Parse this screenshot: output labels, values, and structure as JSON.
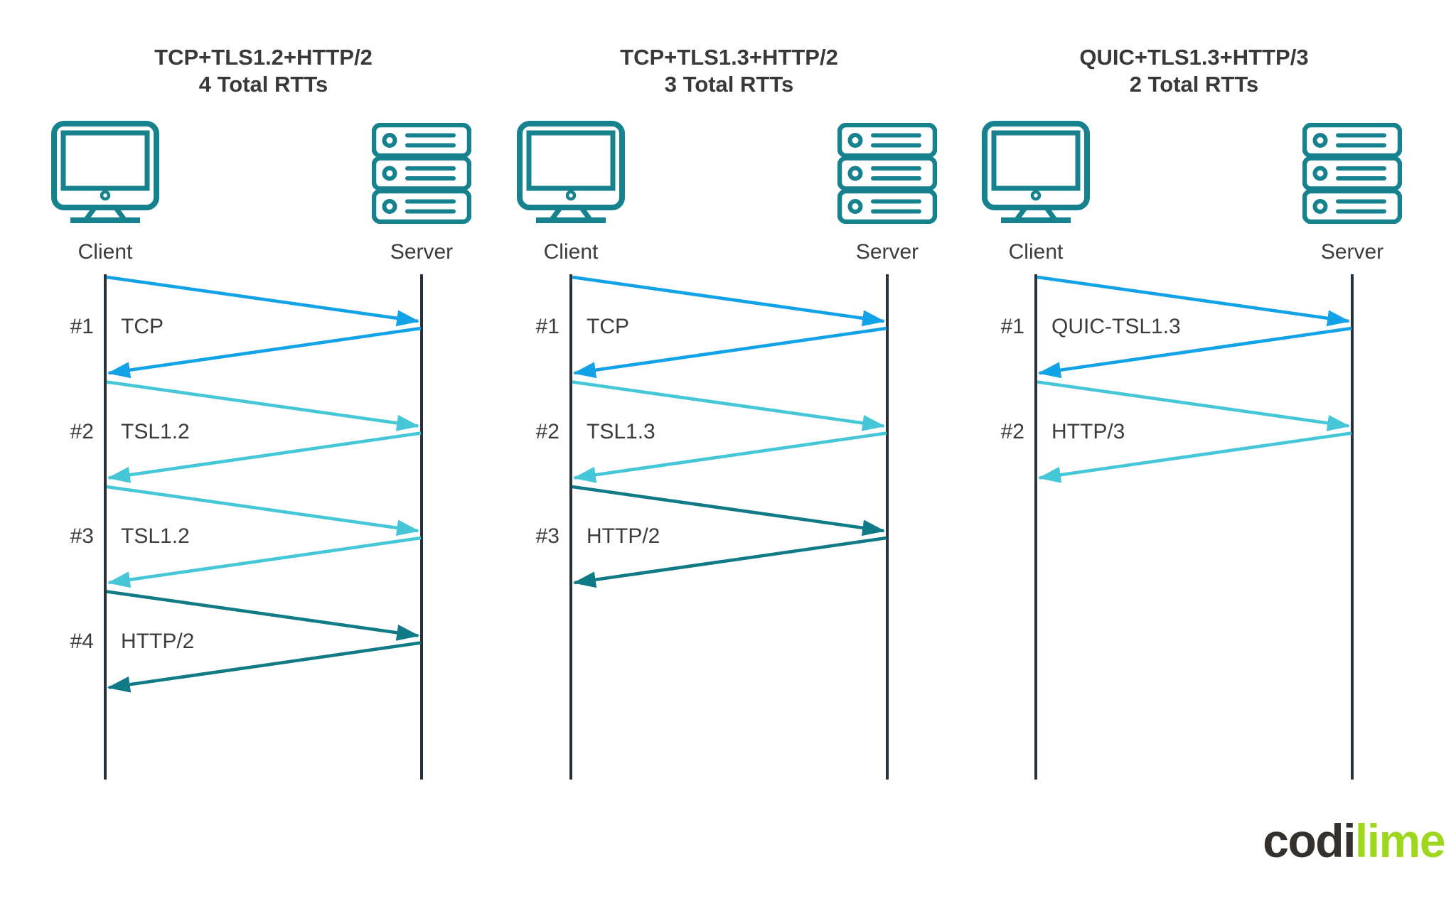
{
  "colors": {
    "blue": "#12A2E8",
    "cyan": "#45C7D8",
    "teal": "#107B86",
    "icon": "#15828E",
    "timeline": "#27323C",
    "text": "#3A3C3E",
    "title_text": "#37393B",
    "logo_dark": "#33302E",
    "logo_lime": "#9FD71E"
  },
  "panels": [
    {
      "title_line1": "TCP+TLS1.2+HTTP/2",
      "title_line2": "4 Total RTTs",
      "client_label": "Client",
      "server_label": "Server",
      "rtts": [
        {
          "num": "#1",
          "label": "TCP",
          "color": "blue"
        },
        {
          "num": "#2",
          "label": "TSL1.2",
          "color": "cyan"
        },
        {
          "num": "#3",
          "label": "TSL1.2",
          "color": "cyan"
        },
        {
          "num": "#4",
          "label": "HTTP/2",
          "color": "teal"
        }
      ]
    },
    {
      "title_line1": "TCP+TLS1.3+HTTP/2",
      "title_line2": "3 Total RTTs",
      "client_label": "Client",
      "server_label": "Server",
      "rtts": [
        {
          "num": "#1",
          "label": "TCP",
          "color": "blue"
        },
        {
          "num": "#2",
          "label": "TSL1.3",
          "color": "cyan"
        },
        {
          "num": "#3",
          "label": "HTTP/2",
          "color": "teal"
        }
      ]
    },
    {
      "title_line1": "QUIC+TLS1.3+HTTP/3",
      "title_line2": "2 Total RTTs",
      "client_label": "Client",
      "server_label": "Server",
      "rtts": [
        {
          "num": "#1",
          "label": "QUIC-TSL1.3",
          "color": "blue"
        },
        {
          "num": "#2",
          "label": "HTTP/3",
          "color": "cyan"
        }
      ]
    }
  ],
  "logo": {
    "part1": "codi",
    "part2": "lime"
  }
}
